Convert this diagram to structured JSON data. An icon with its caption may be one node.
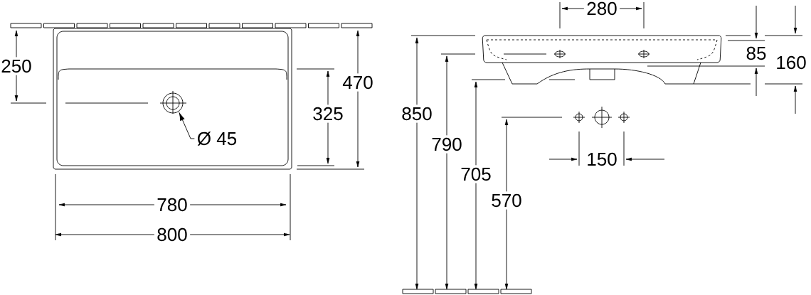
{
  "diagram": {
    "nodes": [
      {
        "text": [
          "Ø 45"
        ]
      },
      {
        "text": [],
        "shape": "circle"
      }
    ],
    "edges": [
      {
        "from": 0,
        "to": 1,
        "arrow": "to"
      }
    ],
    "labels": [
      "250",
      "470",
      "325",
      "780",
      "800",
      "280",
      "85",
      "160",
      "850",
      "790",
      "705",
      "570",
      "150"
    ]
  }
}
